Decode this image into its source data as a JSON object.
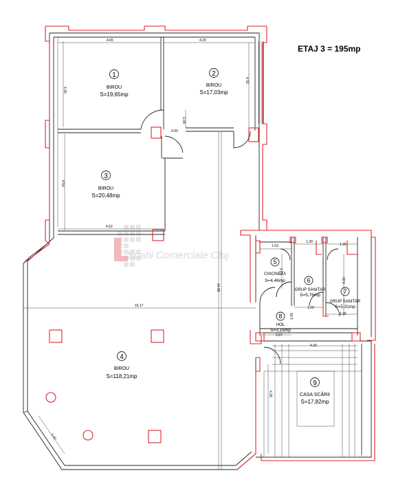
{
  "plan": {
    "title": "ETAJ 3 = 195mp",
    "watermark": "Spatii Comerciale Cluj",
    "rooms": [
      {
        "id": "room-1",
        "number": "1",
        "name": "BIROU",
        "area": "S=19,65mp"
      },
      {
        "id": "room-2",
        "number": "2",
        "name": "BIROU",
        "area": "S=17,03mp"
      },
      {
        "id": "room-3",
        "number": "3",
        "name": "BIROU",
        "area": "S=20,48mp"
      },
      {
        "id": "room-4",
        "number": "4",
        "name": "BIROU",
        "area": "S=118,21mp"
      },
      {
        "id": "room-5",
        "number": "5",
        "name": "CHICINETA",
        "area": "S=4,46mp"
      },
      {
        "id": "room-6",
        "number": "6",
        "name": "GRUP SANITAR",
        "area": "S=5,76mp"
      },
      {
        "id": "room-7",
        "number": "7",
        "name": "GRUP SANITAR",
        "area": "S=5,31mp"
      },
      {
        "id": "room-8",
        "number": "8",
        "name": "HOL",
        "area": "S=3,16mp"
      },
      {
        "id": "room-9",
        "number": "9",
        "name": "CASA SCĂRII",
        "area": "S=17,82mp"
      }
    ],
    "dimensions": {
      "d_465": "4.65",
      "d_420": "4.20",
      "d_430_left": "4.30",
      "d_430_right": "4.30",
      "d_108": "1.08",
      "d_093": "0.93",
      "d_454": "4.54",
      "d_452": "4.52",
      "d_1617": "16.17",
      "d_1498": "14.98",
      "d_153": "1.53",
      "d_139": "1.39",
      "d_135a": "1.35",
      "d_135b": "1.35",
      "d_279": "2.79",
      "d_430_wc": "4.30",
      "d_129": "1.29",
      "d_109": "1.09",
      "d_267": "2.67",
      "d_430_stair": "4.30",
      "d_425": "4.25",
      "d_540": "5.40"
    }
  }
}
